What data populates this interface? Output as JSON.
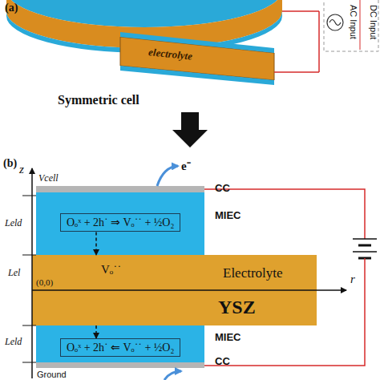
{
  "diagram": {
    "nodes": [
      {
        "text": [
          "Oₒˣ + 2h˙ ⇒ Vₒ˙˙ + ½O₂"
        ]
      },
      {
        "text": [
          "Vₒ˙˙",
          "Electrolyte",
          "YSZ"
        ]
      },
      {
        "text": [
          "Oₒˣ + 2h˙ ⇐ Vₒ˙˙ + ½O₂"
        ]
      }
    ],
    "edges": [
      {
        "from": 0,
        "to": 1,
        "arrow": "to"
      },
      {
        "from": 1,
        "to": 2,
        "arrow": "to"
      }
    ],
    "labels": [
      "(a)",
      "electrolyte",
      "Symmetric cell",
      "AC Input",
      "DC Input",
      "(b)",
      "z",
      "Vcell",
      "e⁻",
      "CC",
      "MIEC",
      "Leld",
      "Lel",
      "(0,0)",
      "r",
      "MIEC",
      "CC",
      "Leld",
      "Ground"
    ]
  }
}
